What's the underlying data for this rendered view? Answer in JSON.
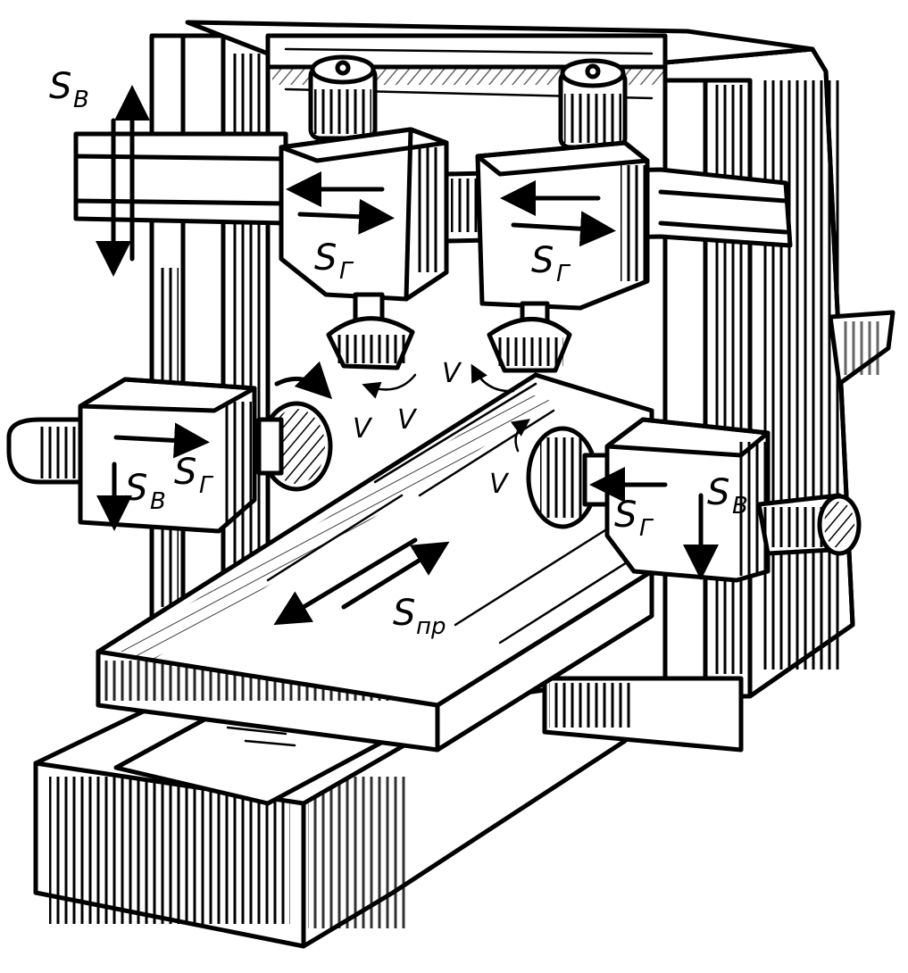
{
  "labels": {
    "s_letter": "S",
    "sub_v": "В",
    "sub_g": "Г",
    "sub_pr": "пр",
    "v": "V"
  },
  "colors": {
    "ink": "#000000",
    "paper": "#ffffff"
  }
}
